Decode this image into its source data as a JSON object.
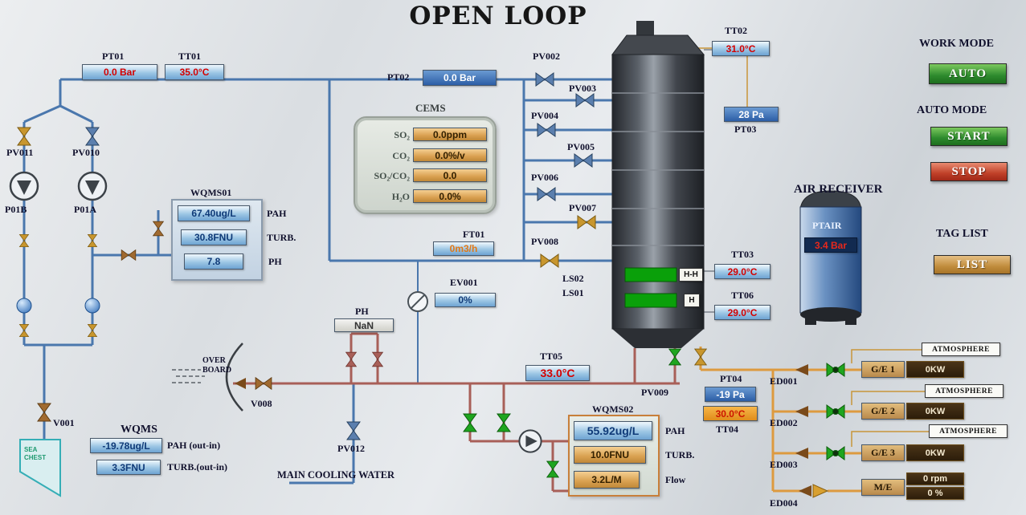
{
  "title": "OPEN LOOP",
  "colors": {
    "pipe_blue": "#4a77ad",
    "pipe_red": "#a85f58",
    "pipe_orange": "#dd9a3f",
    "level_green": "#0aa00a",
    "alarm_text_red": "#d40000",
    "button_green": "#2d8a2d",
    "button_red": "#c04028",
    "button_tan": "#c08c3c"
  },
  "controls": {
    "work_mode_label": "WORK MODE",
    "auto_button": "AUTO",
    "auto_mode_label": "AUTO MODE",
    "start_button": "START",
    "stop_button": "STOP",
    "tag_list_label": "TAG LIST",
    "list_button": "LIST"
  },
  "instruments": {
    "pt01": {
      "tag": "PT01",
      "value": "0.0 Bar"
    },
    "tt01": {
      "tag": "TT01",
      "value": "35.0°C"
    },
    "pt02": {
      "tag": "PT02",
      "value": "0.0 Bar"
    },
    "tt02": {
      "tag": "TT02",
      "value": "31.0°C"
    },
    "pt03": {
      "tag": "PT03",
      "value": "28 Pa"
    },
    "tt03": {
      "tag": "TT03",
      "value": "29.0°C"
    },
    "tt06": {
      "tag": "TT06",
      "value": "29.0°C"
    },
    "tt05": {
      "tag": "TT05",
      "value": "33.0°C"
    },
    "tt04": {
      "tag": "TT04",
      "value": "30.0°C"
    },
    "pt04": {
      "tag": "PT04",
      "value": "-19 Pa"
    },
    "ft01": {
      "tag": "FT01",
      "value": "0m3/h"
    },
    "ev001": {
      "tag": "EV001",
      "value": "0%"
    },
    "ph": {
      "tag": "PH",
      "value": "NaN"
    },
    "ptair": {
      "tag": "PTAIR",
      "value": "3.4 Bar"
    }
  },
  "cems": {
    "title": "CEMS",
    "rows": [
      {
        "label": "SO₂",
        "value": "0.0ppm"
      },
      {
        "label": "CO₂",
        "value": "0.0%/v"
      },
      {
        "label": "SO₂/CO₂",
        "value": "0.0"
      },
      {
        "label": "H₂O",
        "value": "0.0%"
      }
    ]
  },
  "wqms01": {
    "tag": "WQMS01",
    "rows": [
      {
        "value": "67.40ug/L",
        "label": "PAH"
      },
      {
        "value": "30.8FNU",
        "label": "TURB."
      },
      {
        "value": "7.8",
        "label": "PH"
      }
    ]
  },
  "wqms_diff": {
    "tag": "WQMS",
    "rows": [
      {
        "value": "-19.78ug/L",
        "label": "PAH (out-in)"
      },
      {
        "value": "3.3FNU",
        "label": "TURB.(out-in)"
      }
    ]
  },
  "wqms02": {
    "tag": "WQMS02",
    "rows": [
      {
        "value": "55.92ug/L",
        "label": "PAH"
      },
      {
        "value": "10.0FNU",
        "label": "TURB."
      },
      {
        "value": "3.2L/M",
        "label": "Flow"
      }
    ]
  },
  "valves": {
    "pv002": "PV002",
    "pv003": "PV003",
    "pv004": "PV004",
    "pv005": "PV005",
    "pv006": "PV006",
    "pv007": "PV007",
    "pv008": "PV008",
    "pv009": "PV009",
    "pv010": "PV010",
    "pv011": "PV011",
    "pv012": "PV012",
    "v001": "V001",
    "v008": "V008"
  },
  "labels": {
    "p01b": "P01B",
    "p01a": "P01A",
    "sea_chest": "SEA CHEST",
    "over_board": "OVER BOARD",
    "main_cooling_water": "MAIN COOLING WATER",
    "air_receiver": "AIR RECEIVER",
    "ls01": "LS01",
    "ls02": "LS02",
    "hh": "H-H",
    "h": "H"
  },
  "engines": [
    {
      "tag": "ED001",
      "name": "G/E 1",
      "value": "0KW",
      "atm": "ATMOSPHERE"
    },
    {
      "tag": "ED002",
      "name": "G/E 2",
      "value": "0KW",
      "atm": "ATMOSPHERE"
    },
    {
      "tag": "ED003",
      "name": "G/E 3",
      "value": "0KW",
      "atm": "ATMOSPHERE"
    },
    {
      "tag": "ED004",
      "name": "M/E",
      "value": "0 rpm",
      "value2": "0 %"
    }
  ]
}
